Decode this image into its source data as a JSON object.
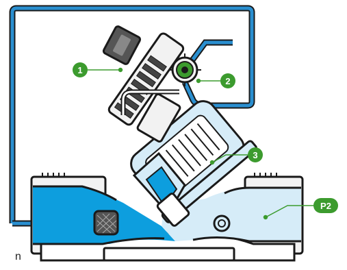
{
  "colors": {
    "accent_green": "#3c9b2e",
    "water_dark": "#0d9ede",
    "water_light": "#d6ecf8",
    "outline": "#1a1a1a",
    "tube": "#2a8fd0"
  },
  "callouts": [
    {
      "id": "1",
      "text": "1"
    },
    {
      "id": "2",
      "text": "2"
    },
    {
      "id": "3",
      "text": "3"
    },
    {
      "id": "p2",
      "text": "P2"
    }
  ],
  "caption": {
    "text": "n"
  },
  "icons": [
    "strainer-icon",
    "pilot-valve-icon",
    "solenoid-icon",
    "diaphragm-chamber-icon"
  ]
}
